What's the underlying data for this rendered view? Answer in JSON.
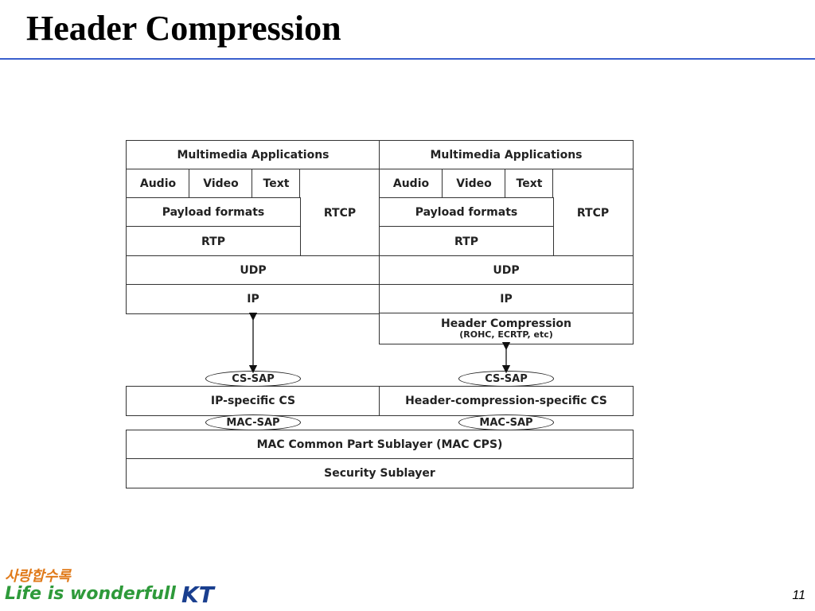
{
  "slide": {
    "title": "Header Compression",
    "page_number": "11"
  },
  "diagram": {
    "left_stack": {
      "multimedia": "Multimedia Applications",
      "audio": "Audio",
      "video": "Video",
      "text": "Text",
      "rtcp": "RTCP",
      "payload": "Payload formats",
      "rtp": "RTP",
      "udp": "UDP",
      "ip": "IP",
      "cs_sap": "CS-SAP",
      "cs": "IP-specific CS",
      "mac_sap": "MAC-SAP"
    },
    "right_stack": {
      "multimedia": "Multimedia Applications",
      "audio": "Audio",
      "video": "Video",
      "text": "Text",
      "rtcp": "RTCP",
      "payload": "Payload formats",
      "rtp": "RTP",
      "udp": "UDP",
      "ip": "IP",
      "header_compression": "Header Compression",
      "header_compression_detail": "(ROHC, ECRTP, etc)",
      "cs_sap": "CS-SAP",
      "cs": "Header-compression-specific CS",
      "mac_sap": "MAC-SAP"
    },
    "mac_cps": "MAC Common Part Sublayer (MAC CPS)",
    "security": "Security Sublayer"
  },
  "footer": {
    "slogan": "사랑합수록",
    "tagline": "Life is wonderfull",
    "brand": "KT"
  }
}
